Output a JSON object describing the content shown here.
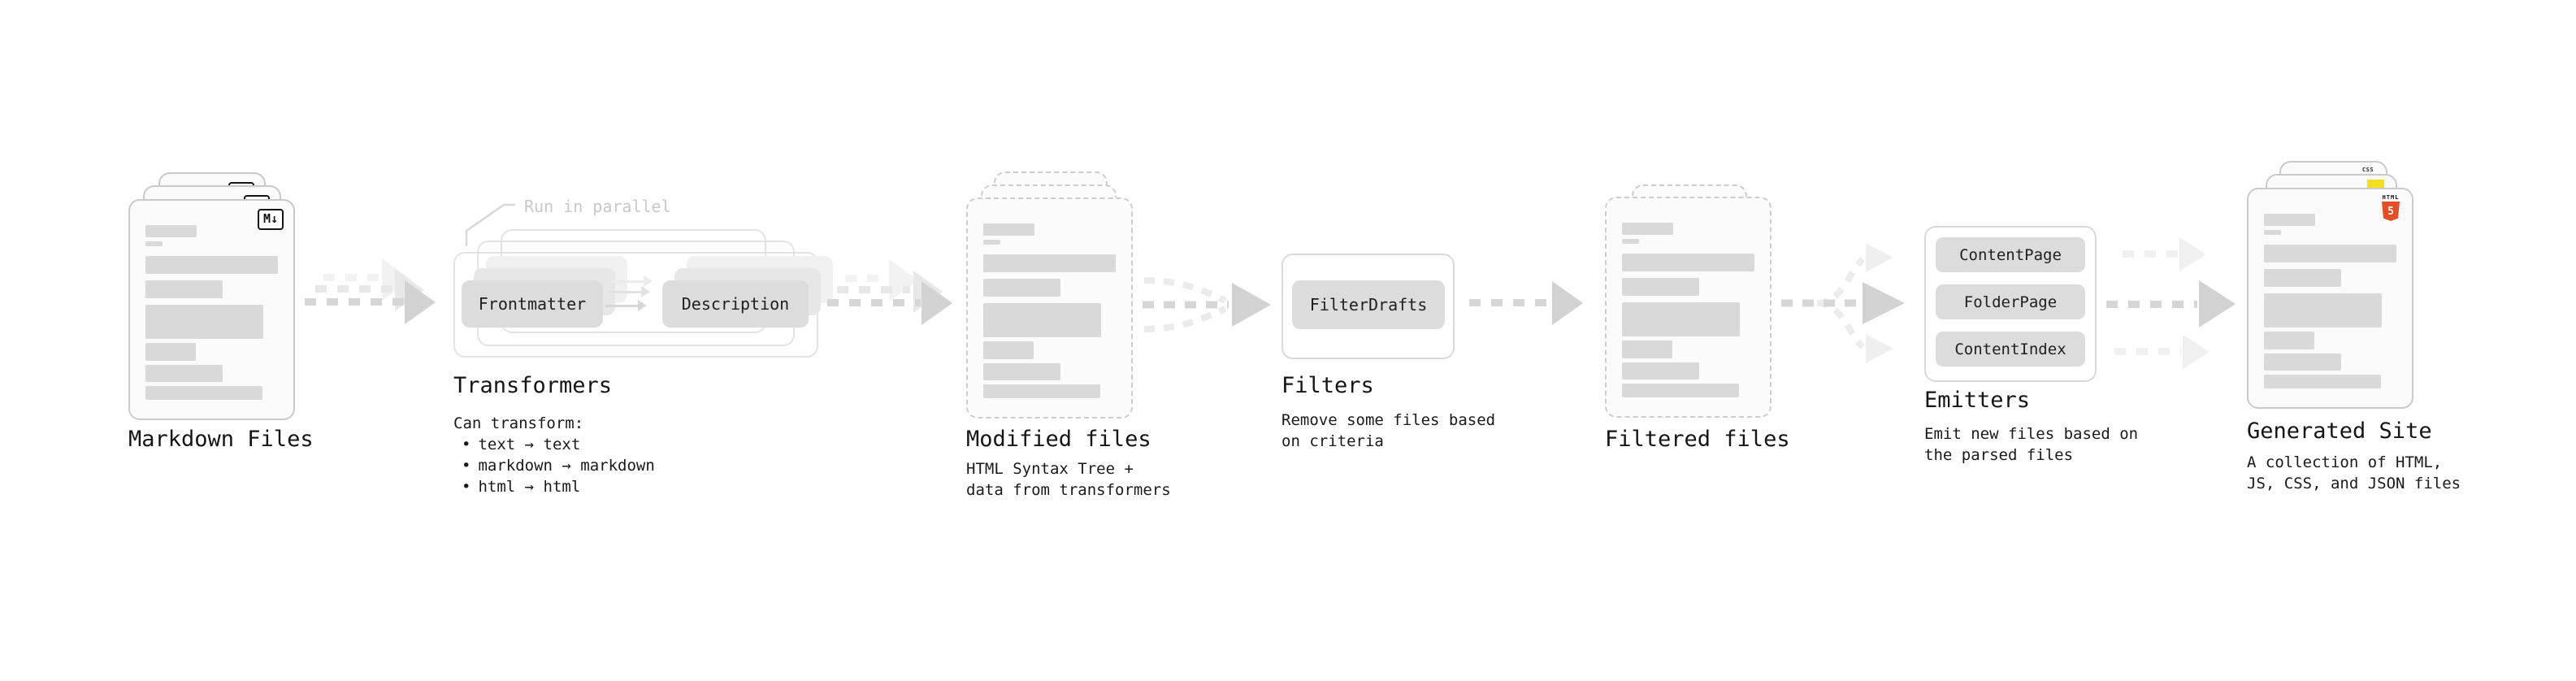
{
  "markdown_files": {
    "label": "Markdown Files",
    "badge": "M↓"
  },
  "transformers": {
    "annotation": "Run in parallel",
    "input_pill": "Frontmatter",
    "output_pill": "Description",
    "title": "Transformers",
    "description_heading": "Can transform:",
    "bullet_char": "•",
    "bullets": [
      "text → text",
      "markdown → markdown",
      "html → html"
    ]
  },
  "modified_files": {
    "title": "Modified files",
    "subtitle_line1": "HTML Syntax Tree +",
    "subtitle_line2": "data from transformers"
  },
  "filters": {
    "pill": "FilterDrafts",
    "title": "Filters",
    "subtitle_line1": "Remove some files based",
    "subtitle_line2": "on criteria"
  },
  "filtered_files": {
    "title": "Filtered files"
  },
  "emitters": {
    "pills": [
      "ContentPage",
      "FolderPage",
      "ContentIndex"
    ],
    "title": "Emitters",
    "subtitle_line1": "Emit new files based on",
    "subtitle_line2": "the parsed files"
  },
  "generated_site": {
    "title": "Generated Site",
    "subtitle_line1": "A collection of HTML,",
    "subtitle_line2": "JS, CSS, and JSON files",
    "css_badge": "CSS",
    "html_badge_label": "HTML",
    "html_badge_number": "5"
  },
  "doc_skeleton": {
    "bars": [
      [
        63,
        15,
        30
      ],
      [
        21,
        6,
        5
      ],
      [
        163,
        22,
        12
      ],
      [
        95,
        22,
        8
      ],
      [
        145,
        42,
        8
      ],
      [
        62,
        22,
        5
      ],
      [
        95,
        21,
        5
      ],
      [
        144,
        17,
        5
      ]
    ]
  },
  "colors": {
    "background": "#ffffff",
    "doc_fill": "#fafafa",
    "doc_border": "#cacaca",
    "skeleton_bar": "#d9d9d9",
    "pill_fill": "#dcdcdc",
    "frame_border": "#e3e3e3",
    "arrow_main": "#d6d6d6",
    "arrow_ghost": "#e8e8e8",
    "arrow_faint": "#f1f1f1",
    "annotation_text": "#c9c9c9",
    "title_text": "#151515",
    "markdown_badge_border": "#151515",
    "css_blue": "#2c6bf2",
    "js_yellow": "#f7df1e",
    "html5_orange": "#e44d26"
  }
}
